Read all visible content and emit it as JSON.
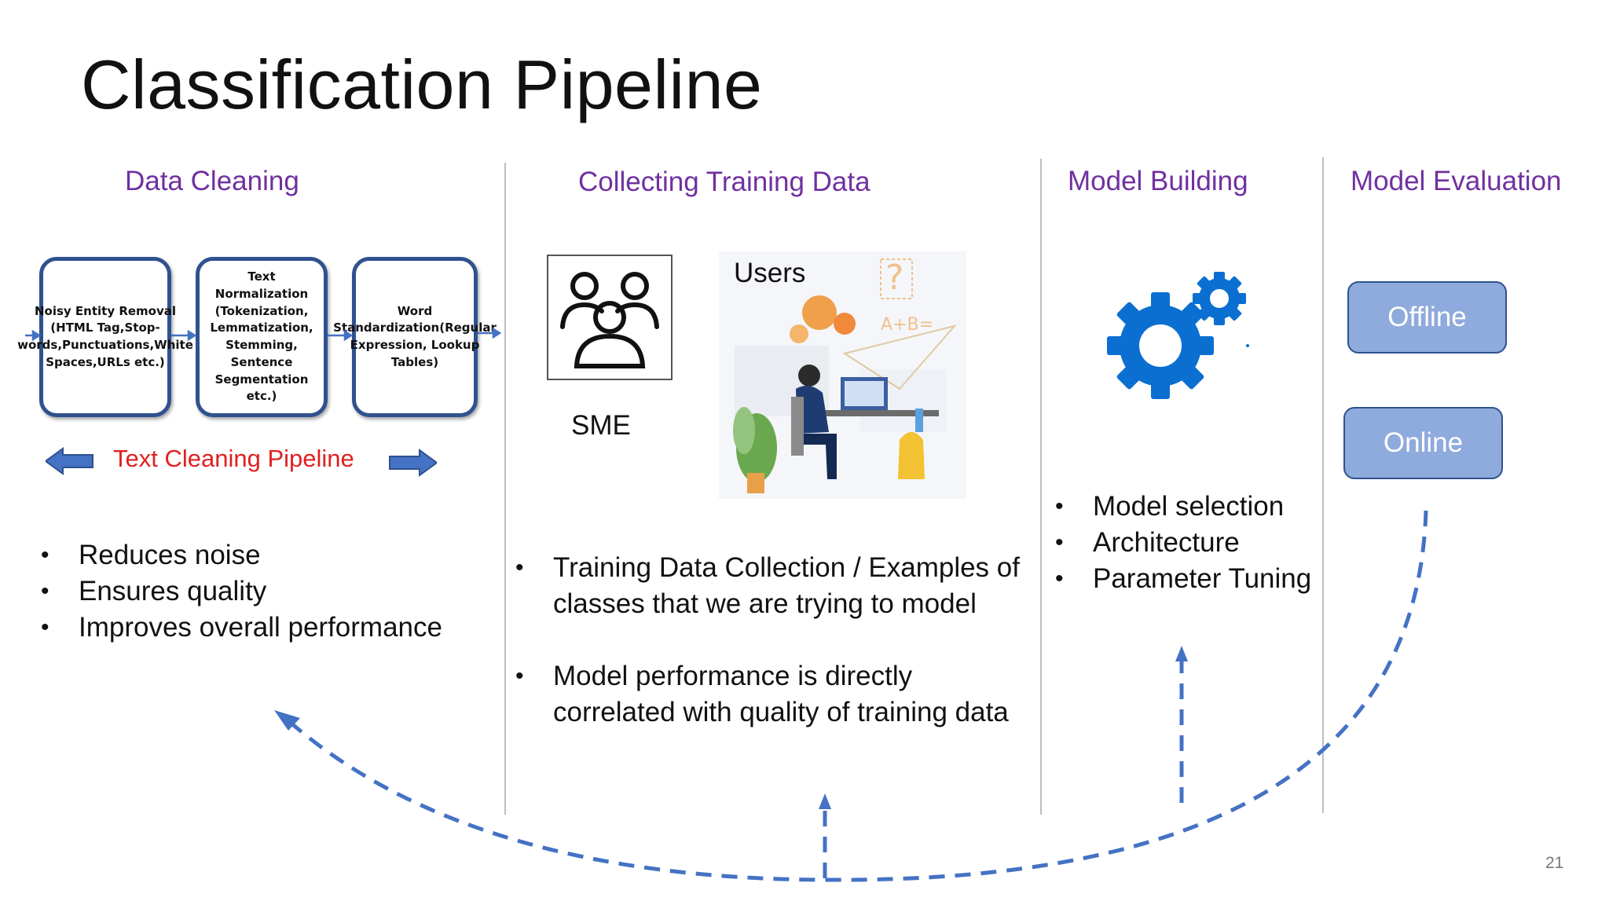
{
  "slide": {
    "title": "Classification Pipeline",
    "page_number": "21"
  },
  "colors": {
    "section_heading": "#7030a0",
    "box_border": "#2f528f",
    "button_fill": "#8faadc",
    "arrow_blue": "#4472c4",
    "pipeline_label": "#e02020",
    "gear": "#0b6fd1"
  },
  "sections": {
    "data_cleaning": {
      "heading": "Data Cleaning",
      "boxes": [
        "Noisy Entity Removal (HTML Tag,Stop-words,Punctuations,White Spaces,URLs etc.)",
        "Text Normalization (Tokenization, Lemmatization, Stemming, Sentence Segmentation etc.)",
        "Word Standardization(Regular Expression, Lookup Tables)"
      ],
      "pipeline_label": "Text Cleaning Pipeline",
      "bullets": [
        "Reduces noise",
        "Ensures quality",
        "Improves overall performance"
      ]
    },
    "training_data": {
      "heading": "Collecting Training Data",
      "sme_label": "SME",
      "users_label": "Users",
      "sme_icon": "people-group-icon",
      "bullets": [
        "Training Data Collection /  Examples of classes that we are trying to model",
        "Model performance is directly correlated with quality of training data"
      ]
    },
    "model_building": {
      "heading": "Model Building",
      "icon": "gears-icon",
      "bullets": [
        "Model selection",
        "Architecture",
        "Parameter Tuning"
      ]
    },
    "model_evaluation": {
      "heading": "Model Evaluation",
      "buttons": [
        "Offline",
        "Online"
      ]
    }
  }
}
